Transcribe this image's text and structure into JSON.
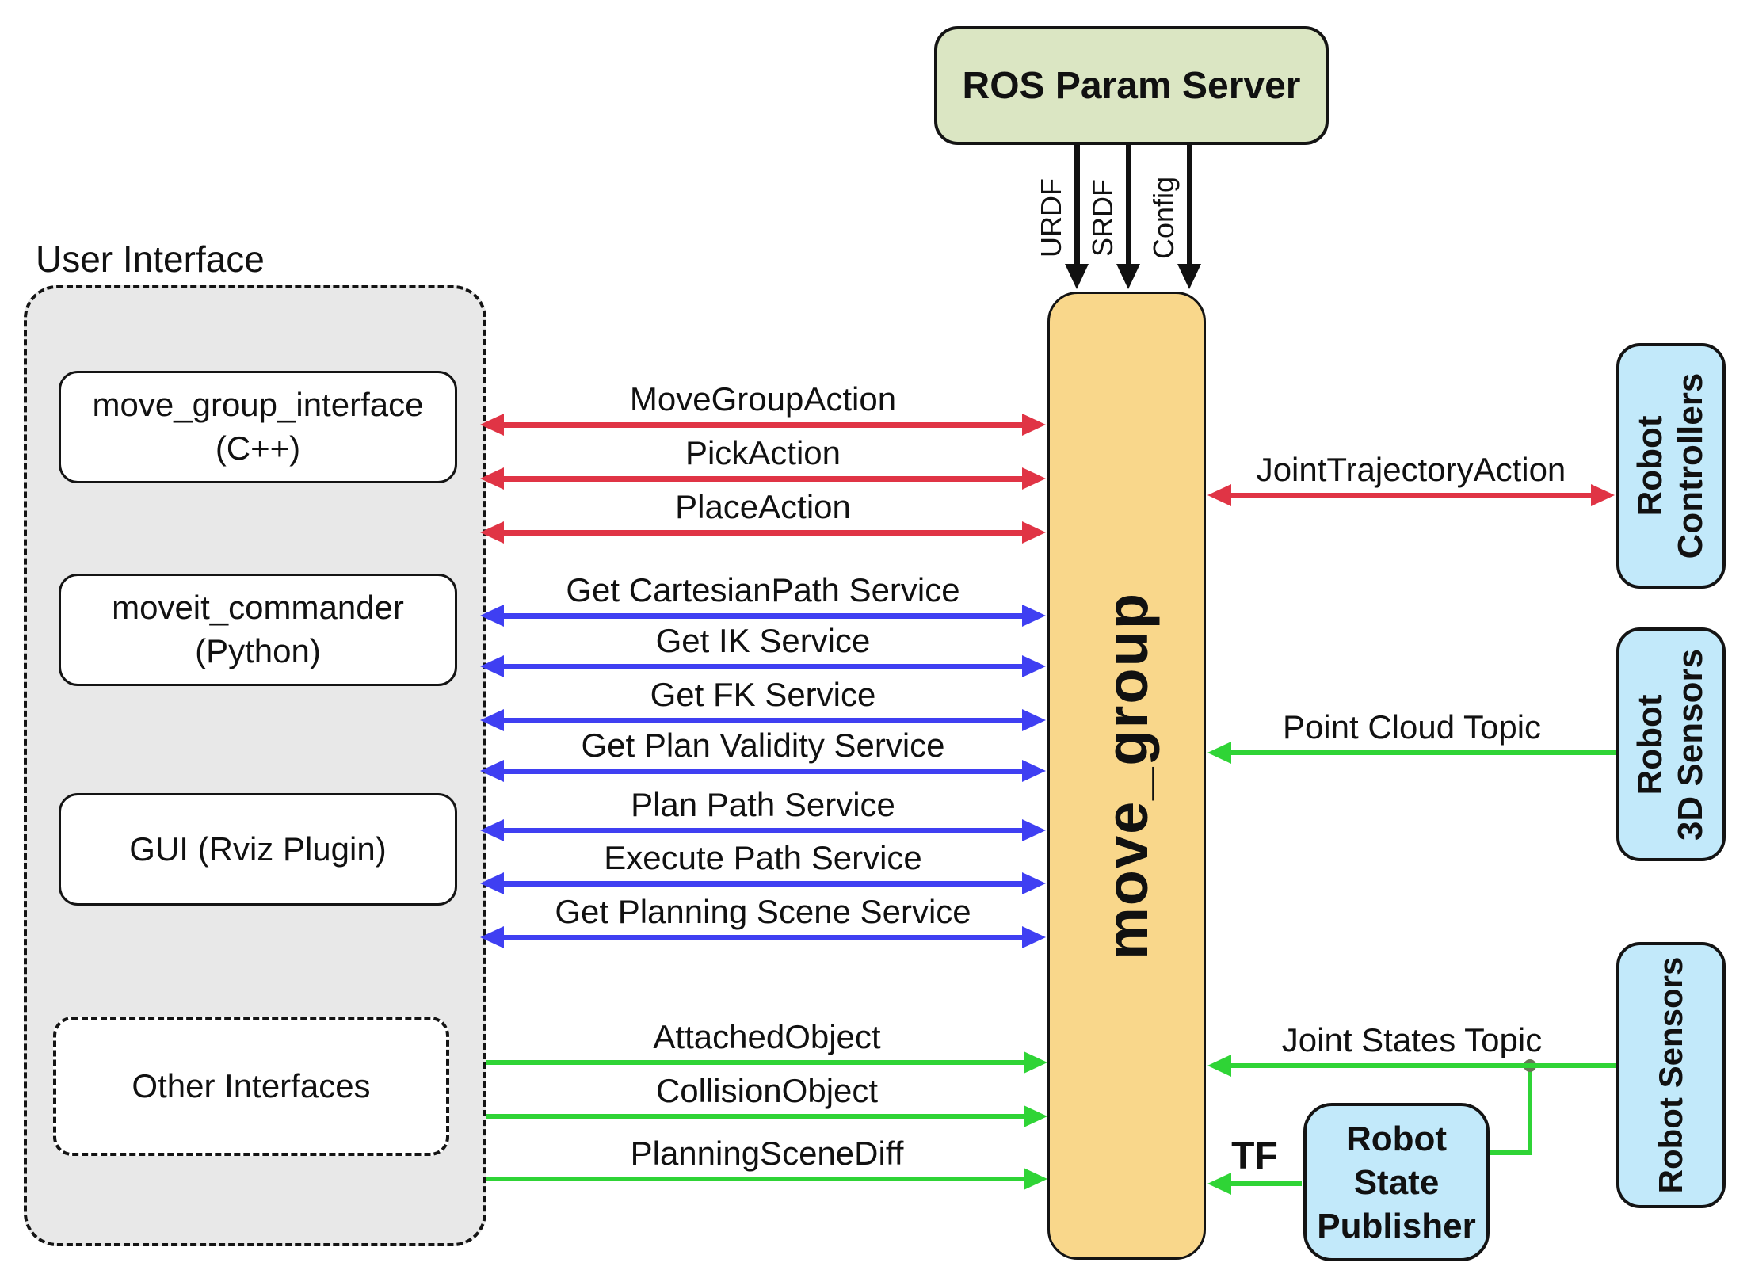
{
  "nodes": {
    "ros_param_server": {
      "label": "ROS Param Server"
    },
    "move_group": {
      "label": "move_group"
    },
    "user_interface": {
      "label": "User Interface"
    },
    "move_group_interface": {
      "line1": "move_group_interface",
      "line2": "(C++)"
    },
    "moveit_commander": {
      "line1": "moveit_commander",
      "line2": "(Python)"
    },
    "gui_rviz": {
      "label": "GUI (Rviz Plugin)"
    },
    "other_interfaces": {
      "label": "Other Interfaces"
    },
    "robot_controllers": {
      "line1": "Robot",
      "line2": "Controllers"
    },
    "robot_3d_sensors": {
      "line1": "Robot",
      "line2": "3D Sensors"
    },
    "robot_sensors": {
      "label": "Robot Sensors"
    },
    "robot_state_publisher": {
      "line1": "Robot",
      "line2": "State",
      "line3": "Publisher"
    }
  },
  "param_feeds": [
    "URDF",
    "SRDF",
    "Config"
  ],
  "connections": {
    "actions": [
      "MoveGroupAction",
      "PickAction",
      "PlaceAction"
    ],
    "services": [
      "Get CartesianPath Service",
      "Get IK Service",
      "Get FK Service",
      "Get Plan Validity Service",
      "Plan Path Service",
      "Execute Path Service",
      "Get Planning Scene Service"
    ],
    "scene_topics": [
      "AttachedObject",
      "CollisionObject",
      "PlanningSceneDiff"
    ],
    "joint_trajectory_action": "JointTrajectoryAction",
    "point_cloud_topic": "Point Cloud Topic",
    "joint_states_topic": "Joint States Topic",
    "tf": "TF"
  },
  "colors": {
    "action_arrow": "#e03445",
    "service_arrow": "#3f3ff2",
    "topic_arrow": "#2fd436",
    "param_arrow": "#111111",
    "node_green": "#dbe6c3",
    "node_orange": "#f9d78b",
    "node_blue": "#c2e9fa",
    "ui_gray": "#e8e8e8"
  }
}
